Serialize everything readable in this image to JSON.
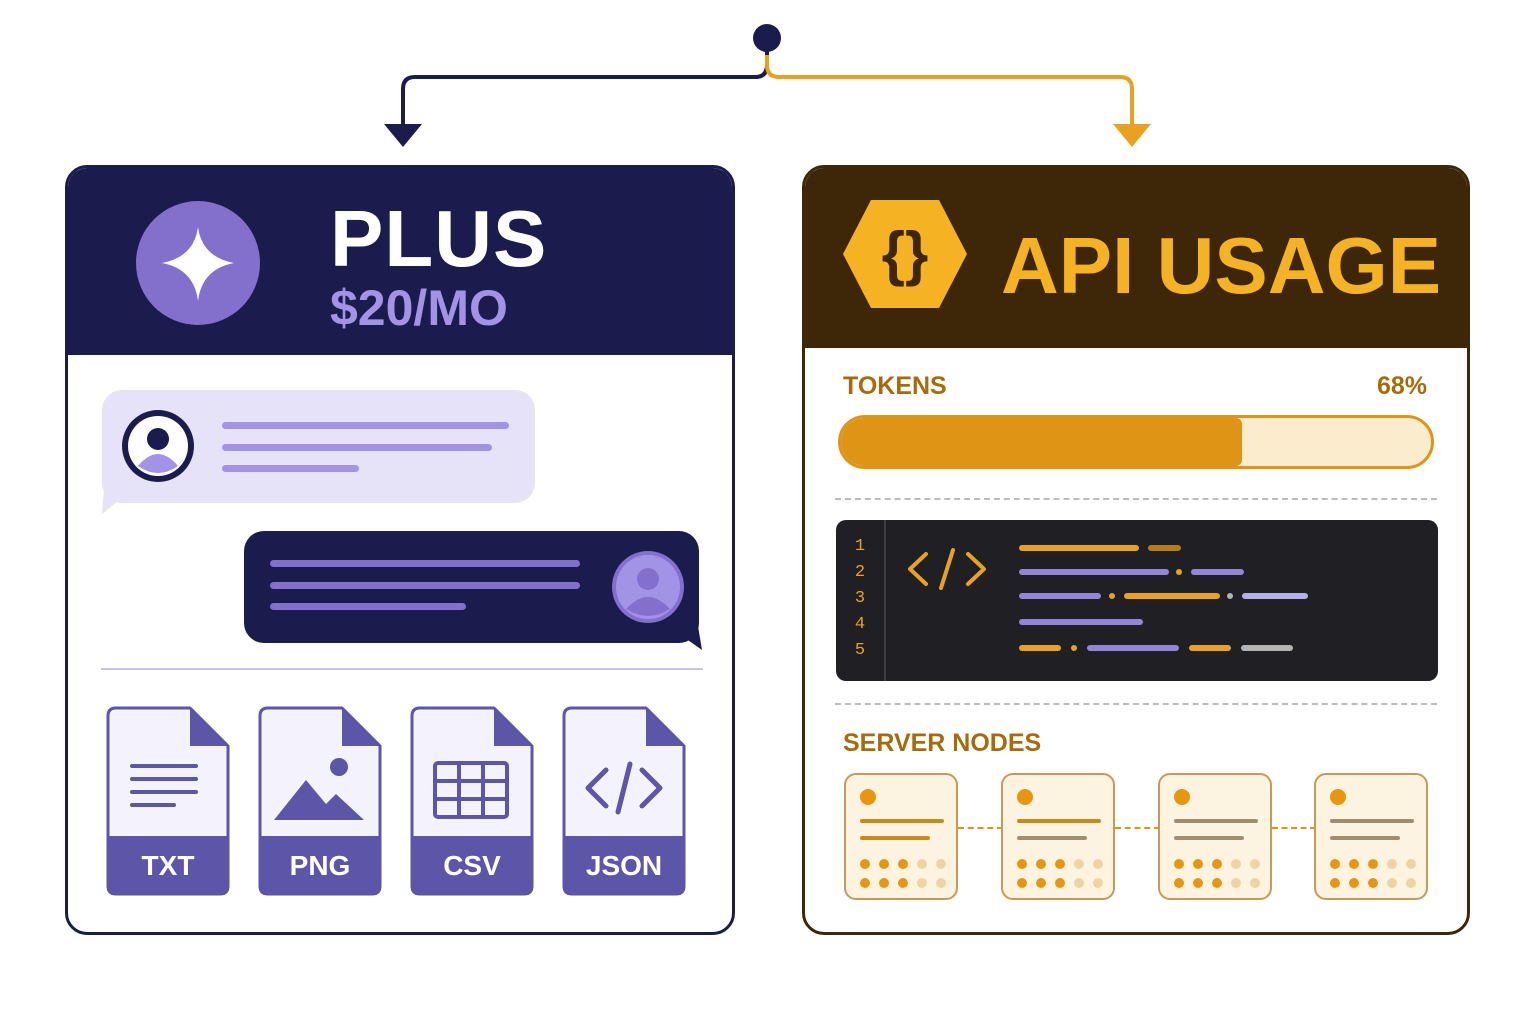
{
  "colors": {
    "plus_navy": "#1b1c4d",
    "plus_purple": "#8270cc",
    "plus_lavender": "#a393e6",
    "api_brown": "#3d2708",
    "api_orange": "#df9415",
    "api_gold": "#f5b222"
  },
  "plus_card": {
    "logo_icon": "sparkle-icon",
    "title": "PLUS",
    "price": "$20/MO",
    "chat": {
      "incoming_avatar_icon": "user-icon",
      "outgoing_avatar_icon": "user-icon"
    },
    "files": [
      {
        "label": "TXT",
        "icon": "text-file-icon"
      },
      {
        "label": "PNG",
        "icon": "image-file-icon"
      },
      {
        "label": "CSV",
        "icon": "table-file-icon"
      },
      {
        "label": "JSON",
        "icon": "code-file-icon"
      }
    ]
  },
  "api_card": {
    "logo_icon": "curly-braces-hexagon-icon",
    "title": "API USAGE",
    "tokens": {
      "label": "TOKENS",
      "percent_label": "68%",
      "fraction": 0.68
    },
    "code": {
      "icon": "code-brackets-icon",
      "line_numbers": [
        "1",
        "2",
        "3",
        "4",
        "5"
      ]
    },
    "server_nodes": {
      "label": "SERVER NODES",
      "count": 4
    }
  }
}
